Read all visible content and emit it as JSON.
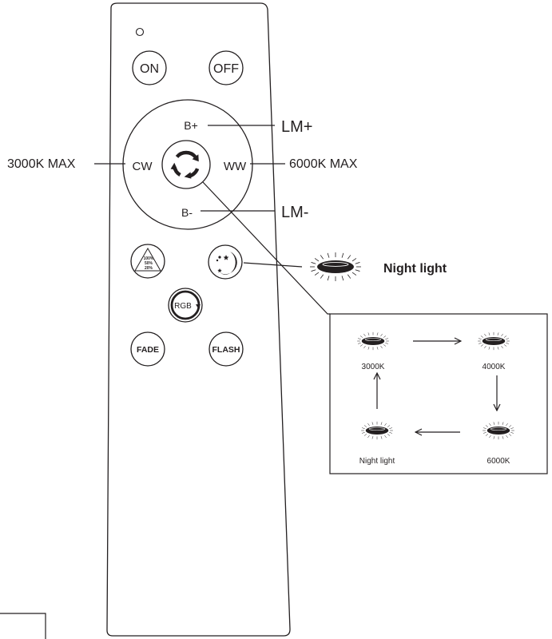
{
  "remote": {
    "on_label": "ON",
    "off_label": "OFF",
    "ring": {
      "top_label": "B+",
      "bottom_label": "B-",
      "left_label": "CW",
      "right_label": "WW"
    },
    "brightness_levels": [
      "100%",
      "50%",
      "20%"
    ],
    "rgb_label": "RGB",
    "fade_label": "FADE",
    "flash_label": "FLASH"
  },
  "callouts": {
    "lm_plus": "LM+",
    "lm_minus": "LM-",
    "cw_max": "3000K MAX",
    "ww_max": "6000K MAX",
    "night_light": "Night light"
  },
  "cycle": {
    "steps": [
      {
        "label": "3000K"
      },
      {
        "label": "4000K"
      },
      {
        "label": "6000K"
      },
      {
        "label": "Night light"
      }
    ]
  },
  "colors": {
    "stroke": "#231f20",
    "fill_dark": "#231f20",
    "background": "#ffffff"
  }
}
